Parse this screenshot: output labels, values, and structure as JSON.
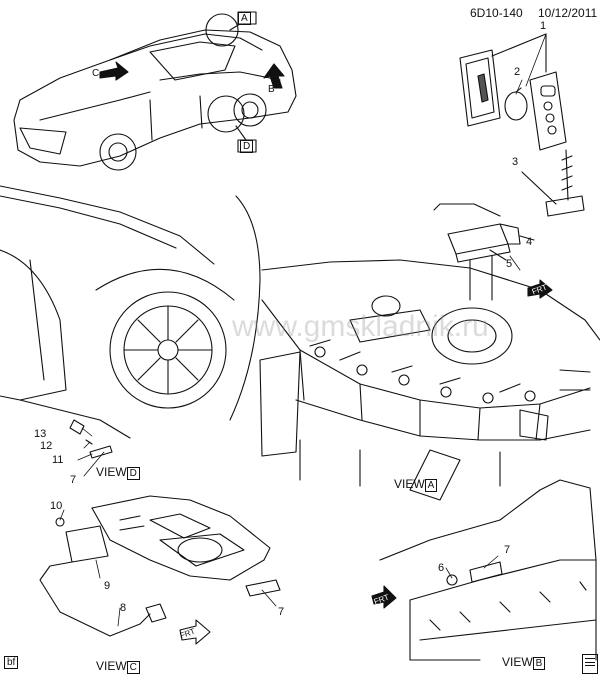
{
  "header": {
    "diagram_id": "6D10-140",
    "date": "10/12/2011"
  },
  "views": {
    "a": {
      "prefix": "VIEW",
      "letter": "A"
    },
    "b": {
      "prefix": "VIEW",
      "letter": "B"
    },
    "c": {
      "prefix": "VIEW",
      "letter": "C"
    },
    "d": {
      "prefix": "VIEW",
      "letter": "D"
    }
  },
  "callouts": {
    "c1": "1",
    "c2": "2",
    "c3": "3",
    "c4": "4",
    "c5": "5",
    "c6": "6",
    "c7a": "7",
    "c7b": "7",
    "c7c": "7",
    "c8": "8",
    "c9": "9",
    "c10": "10",
    "c11": "11",
    "c12": "12",
    "c13": "13"
  },
  "car_markers": {
    "a": "A",
    "b": "B",
    "c": "C",
    "d": "D"
  },
  "footer": {
    "code": "bf"
  },
  "arrows": {
    "front_label": "FRT"
  },
  "watermark": "www.gmskladnik.ru"
}
